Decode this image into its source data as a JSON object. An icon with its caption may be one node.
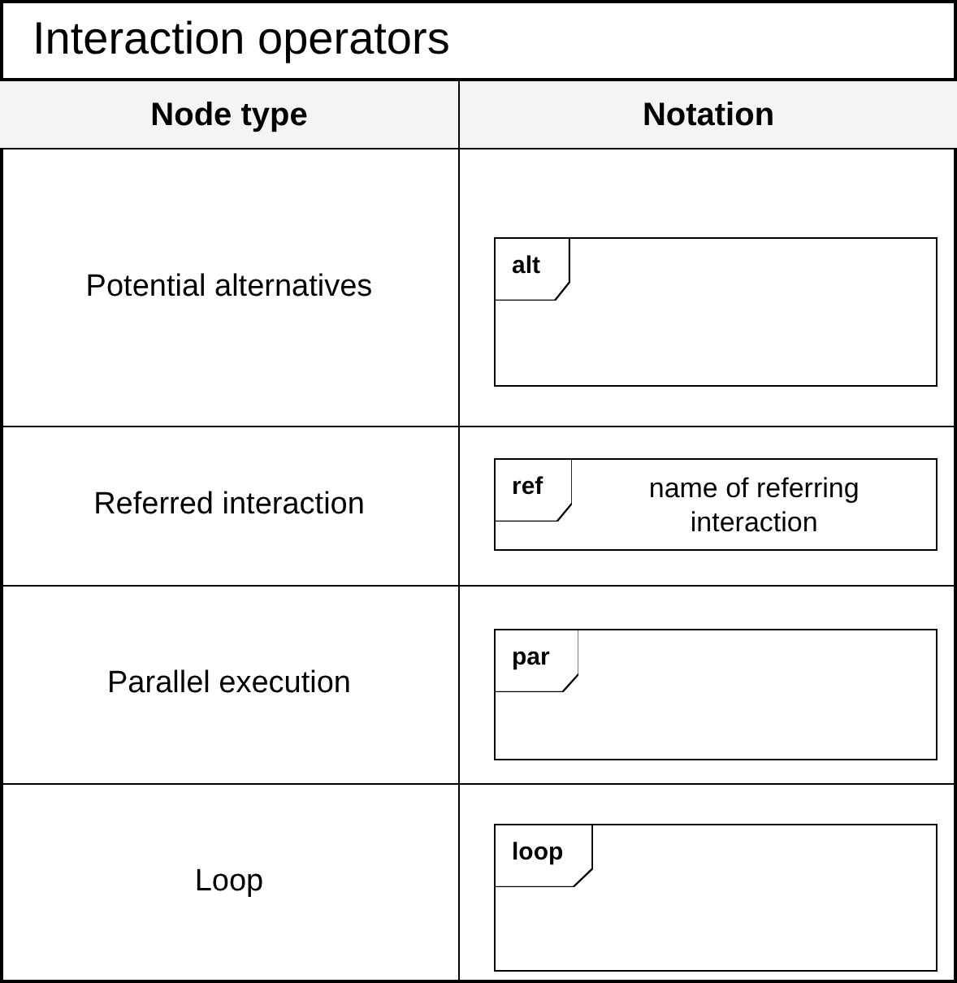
{
  "diagram": {
    "title": "Interaction operators",
    "nodes": [
      {
        "text": [
          "alt"
        ]
      },
      {
        "text": [
          "ref",
          "name of referring interaction"
        ]
      },
      {
        "text": [
          "par"
        ]
      },
      {
        "text": [
          "loop"
        ]
      }
    ],
    "labels": [
      "Node type",
      "Notation",
      "Potential alternatives",
      "Referred interaction",
      "Parallel execution",
      "Loop"
    ]
  }
}
